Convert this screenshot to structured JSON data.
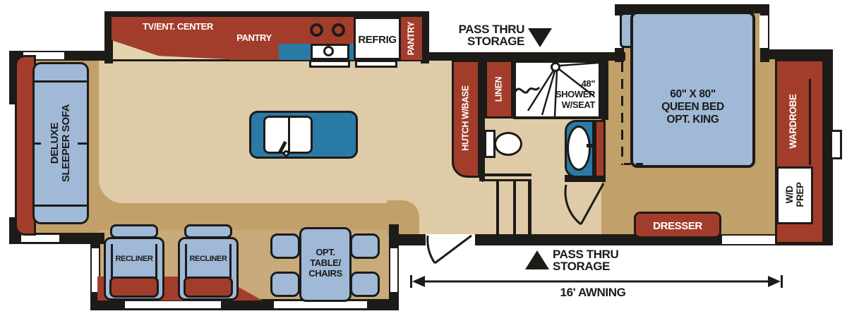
{
  "floorplan": {
    "kitchen": {
      "tv_center": "TV/ENT. CENTER",
      "pantry_upper": "PANTRY",
      "refrig": "REFRIG",
      "pantry_side": "PANTRY"
    },
    "storage": {
      "pass_thru_line1": "PASS THRU",
      "pass_thru_line2": "STORAGE",
      "awning": "16' AWNING"
    },
    "bath": {
      "hutch": "HUTCH W/BASE",
      "linen": "LINEN",
      "shower_size": "48\"",
      "shower_line2": "SHOWER",
      "shower_line3": "W/SEAT"
    },
    "bedroom": {
      "bed_size": "60\" X 80\"",
      "bed_type": "QUEEN BED",
      "bed_option": "OPT. KING",
      "wardrobe": "WARDROBE",
      "wd_line1": "W/D",
      "wd_line2": "PREP",
      "dresser": "DRESSER"
    },
    "living": {
      "sofa_line1": "DELUXE",
      "sofa_line2": "SLEEPER SOFA",
      "recliner": "RECLINER",
      "table_line1": "OPT.",
      "table_line2": "TABLE/",
      "table_line3": "CHAIRS"
    }
  },
  "colors": {
    "wall_black": "#1D1B18",
    "cabinet_red": "#A33D2B",
    "furniture_blue": "#9FB9D6",
    "counter_blue": "#2A7AA6",
    "floor_light": "#DFCBA7",
    "floor_dark": "#C2A069",
    "floor_mid": "#C9AA7A",
    "floor_slide": "#E4D4AE"
  }
}
